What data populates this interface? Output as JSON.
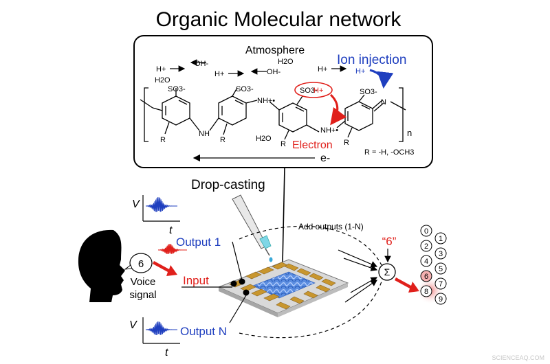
{
  "title": "Organic Molecular network",
  "molecule_box": {
    "atmosphere_label": "Atmosphere",
    "ion_injection_label": "Ion injection",
    "electron_label": "Electron",
    "r_group_note": "R = -H, -OCH3",
    "electron_flow_label": "e-",
    "repeat_label": "n",
    "species": {
      "h_plus": "H+",
      "oh_minus": "OH-",
      "water": "H2O",
      "sulfonate": "SO3-",
      "amine": "NH",
      "radical_cation": "NH+•",
      "imine_n": "N",
      "r_group": "R"
    }
  },
  "process_label": "Drop-casting",
  "device": {
    "input_label": "Input",
    "output_first_label": "Output 1",
    "output_last_label": "Output N",
    "add_outputs_label": "Add outputs (1-N)",
    "sum_symbol": "Σ"
  },
  "speaker": {
    "spoken_digit": "6",
    "voice_label_line1": "Voice",
    "voice_label_line2": "signal"
  },
  "axes": {
    "y_label": "V",
    "x_label": "t"
  },
  "classifier": {
    "predicted_label": "“6”",
    "digits": [
      "0",
      "1",
      "2",
      "3",
      "4",
      "5",
      "6",
      "7",
      "8",
      "9"
    ],
    "highlighted_digit": "6"
  },
  "watermark": "SCIENCEAQ.COM",
  "colors": {
    "blue_label": "#1f3fbf",
    "red_label": "#e0201b",
    "gold_electrode": "#c8962e",
    "channel_blue": "#4a7fd6",
    "highlight_glow": "#f4a3a3"
  }
}
